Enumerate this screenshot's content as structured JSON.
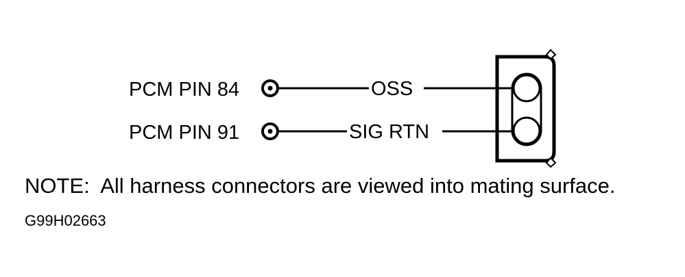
{
  "circuits": [
    {
      "pin_label": "PCM PIN 84",
      "wire_label": "OSS"
    },
    {
      "pin_label": "PCM PIN 91",
      "wire_label": "SIG RTN"
    }
  ],
  "note": "NOTE:  All harness connectors are viewed into mating surface.",
  "figure_id": "G99H02663"
}
